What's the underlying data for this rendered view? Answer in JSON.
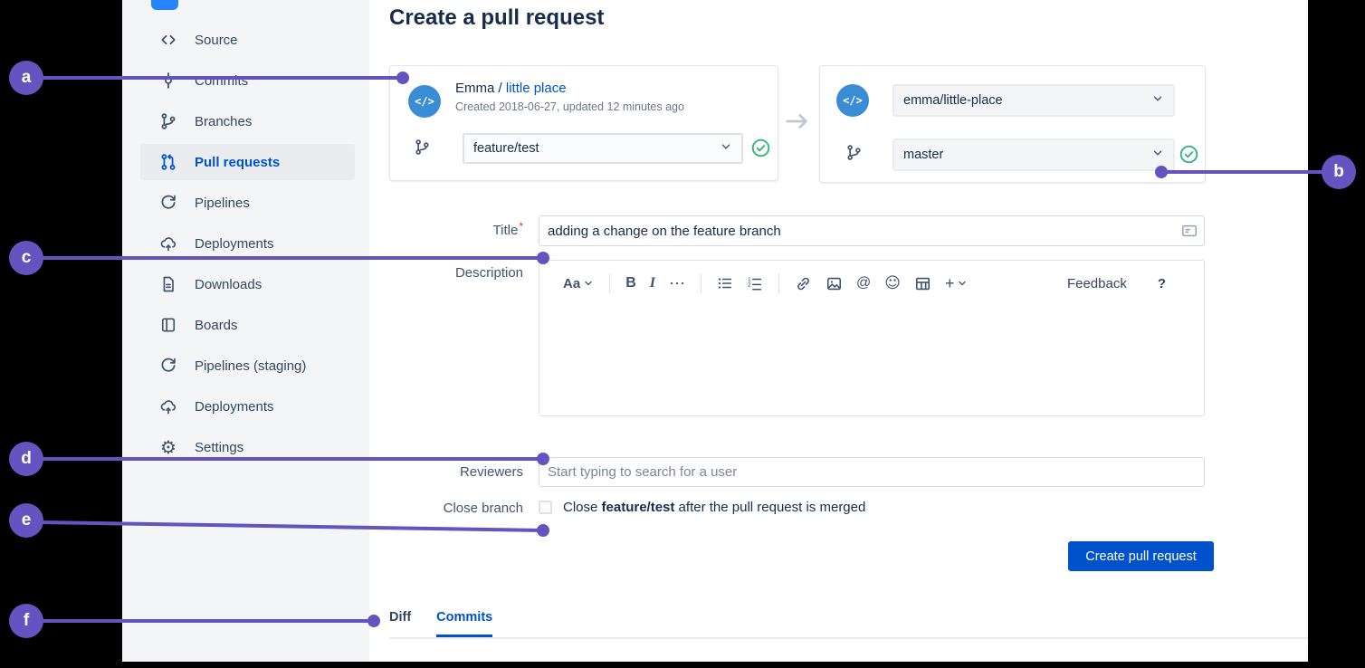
{
  "page": {
    "title": "Create a pull request"
  },
  "colors": {
    "annotation": "#6554C0",
    "link": "#0052CC",
    "primary_button": "#0052CC",
    "success_check": "#36B37E",
    "avatar": "#3A8CD4",
    "sidebar_bg": "#F4F5F7",
    "active_item_bg": "#EBECF0"
  },
  "callouts": [
    {
      "letter": "a"
    },
    {
      "letter": "b"
    },
    {
      "letter": "c"
    },
    {
      "letter": "d"
    },
    {
      "letter": "e"
    },
    {
      "letter": "f"
    }
  ],
  "sidebar": {
    "items": [
      {
        "label": "Source",
        "icon": "code-icon"
      },
      {
        "label": "Commits",
        "icon": "commit-icon"
      },
      {
        "label": "Branches",
        "icon": "branch-icon"
      },
      {
        "label": "Pull requests",
        "icon": "pull-request-icon",
        "active": true
      },
      {
        "label": "Pipelines",
        "icon": "pipelines-icon"
      },
      {
        "label": "Deployments",
        "icon": "deployments-icon"
      },
      {
        "label": "Downloads",
        "icon": "downloads-icon"
      },
      {
        "label": "Boards",
        "icon": "boards-icon"
      },
      {
        "label": "Pipelines (staging)",
        "icon": "pipelines-icon"
      },
      {
        "label": "Deployments",
        "icon": "deployments-icon"
      },
      {
        "label": "Settings",
        "icon": "gear-icon"
      }
    ]
  },
  "source_card": {
    "avatar_glyph": "</>",
    "repo_owner": "Emma",
    "separator": " / ",
    "repo_name": "little place",
    "meta": "Created 2018-06-27, updated 12 minutes ago",
    "branch_value": "feature/test"
  },
  "destination_card": {
    "avatar_glyph": "</>",
    "repo_value": "emma/little-place",
    "branch_value": "master"
  },
  "form": {
    "title_label": "Title",
    "required_mark": "*",
    "title_value": "adding a change on the feature branch",
    "description_label": "Description",
    "reviewers_label": "Reviewers",
    "reviewers_placeholder": "Start typing to search for a user",
    "close_branch_label": "Close branch",
    "close_branch_prefix": "Close ",
    "close_branch_branch": "feature/test",
    "close_branch_suffix": " after the pull request is merged",
    "close_branch_checked": false,
    "submit_label": "Create pull request"
  },
  "editor": {
    "font_label": "Aa",
    "bold_label": "B",
    "italic_label": "I",
    "more_label": "⋯",
    "at_label": "@",
    "emoji_label": "☺",
    "plus_label": "+",
    "feedback_label": "Feedback",
    "help_label": "?"
  },
  "tabs": [
    {
      "label": "Diff"
    },
    {
      "label": "Commits",
      "active": true
    }
  ]
}
